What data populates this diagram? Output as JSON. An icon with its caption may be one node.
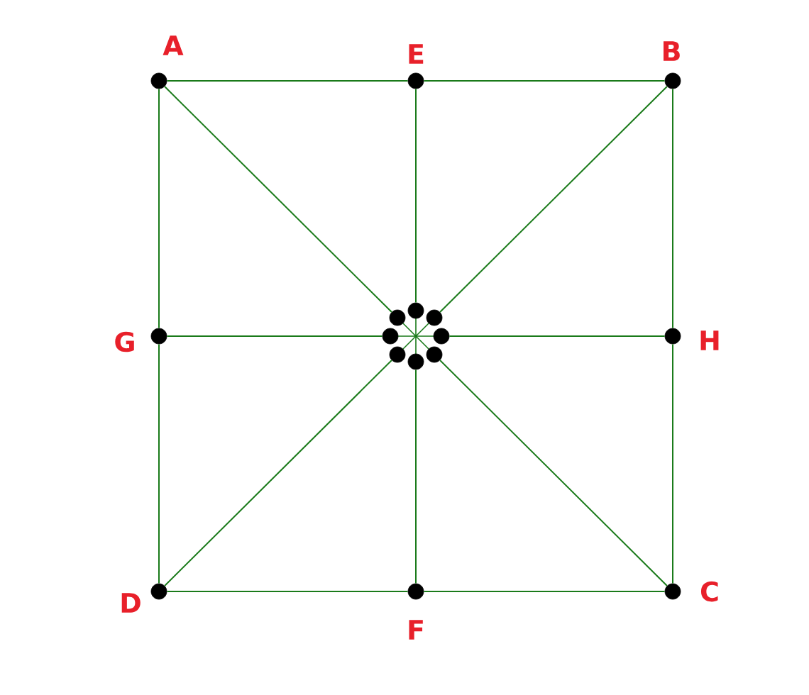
{
  "diagram": {
    "nodes": [
      {
        "text": [],
        "shape": "circle",
        "beside": [
          "A"
        ]
      },
      {
        "text": [],
        "shape": "circle",
        "beside": [
          "E"
        ]
      },
      {
        "text": [],
        "shape": "circle",
        "beside": [
          "B"
        ]
      },
      {
        "text": [],
        "shape": "circle",
        "beside": [
          "G"
        ]
      },
      {
        "text": [],
        "shape": "circle",
        "beside": [
          "H"
        ]
      },
      {
        "text": [],
        "shape": "circle",
        "beside": [
          "D"
        ]
      },
      {
        "text": [],
        "shape": "circle",
        "beside": [
          "F"
        ]
      },
      {
        "text": [],
        "shape": "circle",
        "beside": [
          "C"
        ]
      },
      {
        "text": [],
        "shape": "circle"
      },
      {
        "text": [],
        "shape": "circle"
      },
      {
        "text": [],
        "shape": "circle"
      },
      {
        "text": [],
        "shape": "circle"
      },
      {
        "text": [],
        "shape": "circle"
      },
      {
        "text": [],
        "shape": "circle"
      },
      {
        "text": [],
        "shape": "circle"
      },
      {
        "text": [],
        "shape": "circle"
      }
    ],
    "edges": [
      {
        "from": 0,
        "to": 1,
        "arrow": "none"
      },
      {
        "from": 1,
        "to": 2,
        "arrow": "none"
      },
      {
        "from": 2,
        "to": 4,
        "arrow": "none"
      },
      {
        "from": 4,
        "to": 7,
        "arrow": "none"
      },
      {
        "from": 7,
        "to": 6,
        "arrow": "none"
      },
      {
        "from": 6,
        "to": 5,
        "arrow": "none"
      },
      {
        "from": 5,
        "to": 3,
        "arrow": "none"
      },
      {
        "from": 3,
        "to": 0,
        "arrow": "none"
      },
      {
        "from": 0,
        "to": 9,
        "arrow": "none"
      },
      {
        "from": 1,
        "to": 8,
        "arrow": "none"
      },
      {
        "from": 2,
        "to": 10,
        "arrow": "none"
      },
      {
        "from": 3,
        "to": 11,
        "arrow": "none"
      },
      {
        "from": 4,
        "to": 12,
        "arrow": "none"
      },
      {
        "from": 5,
        "to": 13,
        "arrow": "none"
      },
      {
        "from": 6,
        "to": 15,
        "arrow": "none"
      },
      {
        "from": 7,
        "to": 14,
        "arrow": "none"
      }
    ]
  }
}
